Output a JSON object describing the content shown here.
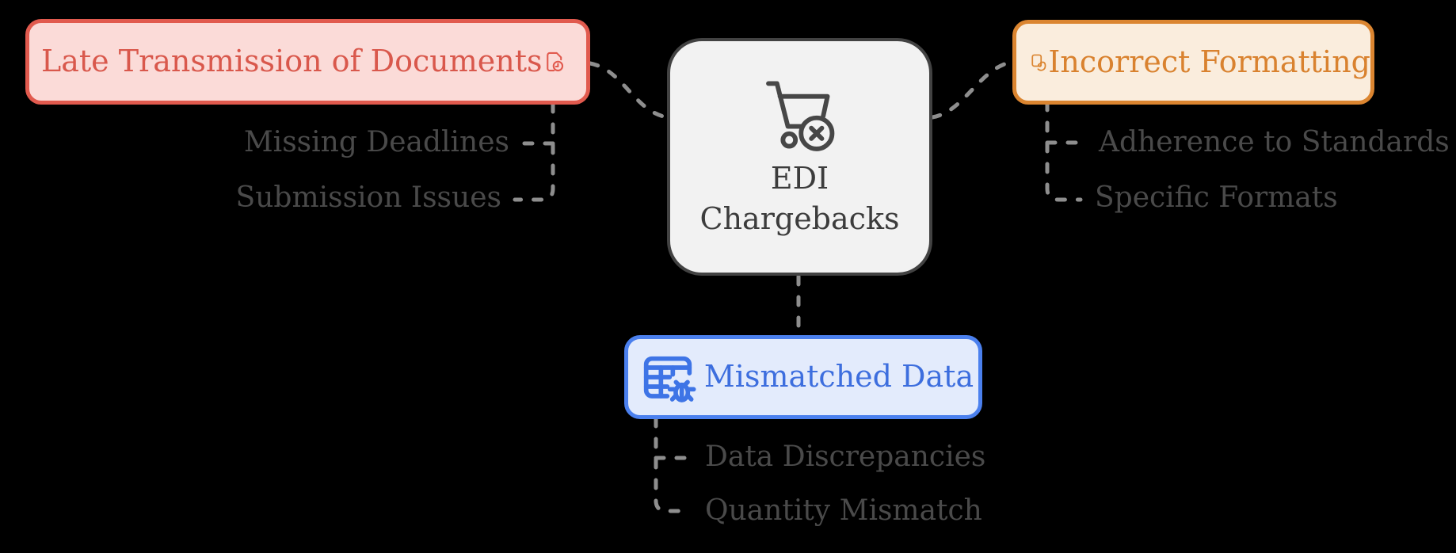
{
  "background": "#000000",
  "center": {
    "label_lines": [
      "EDI",
      "Chargebacks"
    ],
    "icon": "cart-x-icon",
    "colors": {
      "fill": "#F2F2F2",
      "border": "#424242",
      "text": "#3C3C3C"
    }
  },
  "branches": {
    "late_transmission": {
      "label": "Late Transmission of Documents",
      "icon": "file-clock-icon",
      "colors": {
        "fill": "#FBDBD8",
        "border": "#E15A4E",
        "text": "#D9584C"
      },
      "children": [
        "Missing Deadlines",
        "Submission Issues"
      ]
    },
    "incorrect_formatting": {
      "label": "Incorrect Formatting",
      "icon": "hand-card-icon",
      "colors": {
        "fill": "#FAEDDD",
        "border": "#DB8530",
        "text": "#D9822F"
      },
      "children": [
        "Adherence to Standards",
        "Specific Formats"
      ]
    },
    "mismatched_data": {
      "label": "Mismatched Data",
      "icon": "table-bug-icon",
      "colors": {
        "fill": "#E3EBFC",
        "border": "#4B80EE",
        "text": "#3D6EDE"
      },
      "children": [
        "Data Discrepancies",
        "Quantity Mismatch"
      ]
    }
  },
  "connectors": {
    "color": "#8E8E8E",
    "style": "dashed"
  },
  "sub_label_color": "#4A4A4A"
}
